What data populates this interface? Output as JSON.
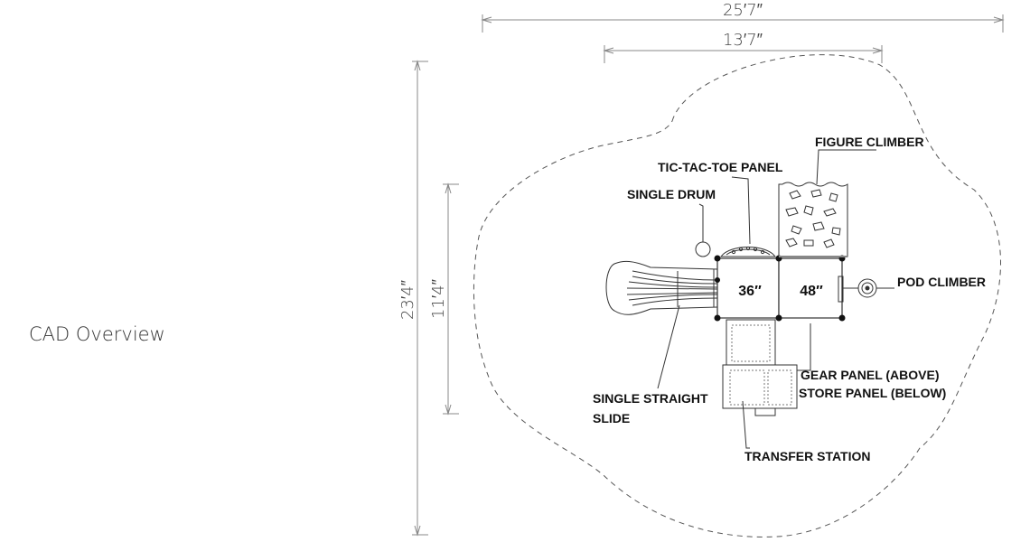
{
  "page": {
    "title": "CAD Overview"
  },
  "dimensions": {
    "overall_width": "25′7″",
    "structure_width": "13′7″",
    "overall_depth": "23′4″",
    "structure_depth": "11′4″"
  },
  "decks": {
    "deck_low": "36″",
    "deck_high": "48″"
  },
  "labels": {
    "figure_climber": "FIGURE CLIMBER",
    "tic_tac_toe": "TIC-TAC-TOE PANEL",
    "single_drum": "SINGLE DRUM",
    "pod_climber": "POD CLIMBER",
    "gear_panel": "GEAR PANEL (ABOVE)",
    "store_panel": "STORE PANEL (BELOW)",
    "slide_line1": "SINGLE STRAIGHT",
    "slide_line2": "SLIDE",
    "transfer_station": "TRANSFER STATION"
  },
  "colors": {
    "line": "#333333",
    "dim_line": "#888888",
    "text": "#111111"
  }
}
